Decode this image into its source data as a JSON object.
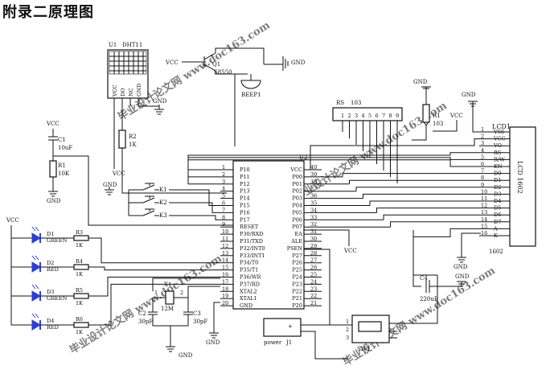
{
  "title": "附录二原理图",
  "watermark": "毕业设计论文网 www.doc163.com",
  "net_labels": {
    "vcc": "VCC",
    "gnd": "GND"
  },
  "dht11": {
    "ref": "U1",
    "name": "DHT11",
    "pins": [
      "VCC",
      "DO",
      "NC",
      "GND"
    ]
  },
  "buzzer": {
    "transistor": "S8550",
    "ref": "BEEP1",
    "transistor_ref": "Q1"
  },
  "rpack": {
    "ref": "RS",
    "value": "103",
    "pins": [
      "1",
      "2",
      "3",
      "4",
      "5",
      "6",
      "7",
      "8",
      "9"
    ]
  },
  "pot": {
    "ref": "R1",
    "value": "103"
  },
  "reset": {
    "cap_ref": "C1",
    "cap_value": "10uF",
    "res_ref": "R1",
    "res_value": "10K"
  },
  "r2": {
    "ref": "R2",
    "value": "1K"
  },
  "mcu": {
    "ref": "U2",
    "left_pins": [
      {
        "num": "1",
        "name": "P10"
      },
      {
        "num": "2",
        "name": "P11"
      },
      {
        "num": "3",
        "name": "P12"
      },
      {
        "num": "4",
        "name": "P13"
      },
      {
        "num": "5",
        "name": "P14"
      },
      {
        "num": "6",
        "name": "P15"
      },
      {
        "num": "7",
        "name": "P16"
      },
      {
        "num": "8",
        "name": "P17"
      },
      {
        "num": "9",
        "name": "RESET"
      },
      {
        "num": "10",
        "name": "P30/RXD"
      },
      {
        "num": "11",
        "name": "P31/TXD"
      },
      {
        "num": "12",
        "name": "P32/INT0"
      },
      {
        "num": "13",
        "name": "P33/INT1"
      },
      {
        "num": "14",
        "name": "P34/T0"
      },
      {
        "num": "15",
        "name": "P35/T1"
      },
      {
        "num": "16",
        "name": "P36/WR"
      },
      {
        "num": "17",
        "name": "P37/RD"
      },
      {
        "num": "18",
        "name": "XTAL2"
      },
      {
        "num": "19",
        "name": "XTAL1"
      },
      {
        "num": "20",
        "name": "GND"
      }
    ],
    "right_pins": [
      {
        "num": "40",
        "name": "VCC"
      },
      {
        "num": "39",
        "name": "P00"
      },
      {
        "num": "38",
        "name": "P01"
      },
      {
        "num": "37",
        "name": "P02"
      },
      {
        "num": "36",
        "name": "P03"
      },
      {
        "num": "35",
        "name": "P04"
      },
      {
        "num": "34",
        "name": "P05"
      },
      {
        "num": "33",
        "name": "P06"
      },
      {
        "num": "32",
        "name": "P07"
      },
      {
        "num": "31",
        "name": "EA"
      },
      {
        "num": "30",
        "name": "ALE"
      },
      {
        "num": "29",
        "name": "PSEN"
      },
      {
        "num": "28",
        "name": "P27"
      },
      {
        "num": "27",
        "name": "P26"
      },
      {
        "num": "26",
        "name": "P25"
      },
      {
        "num": "25",
        "name": "P24"
      },
      {
        "num": "24",
        "name": "P23"
      },
      {
        "num": "23",
        "name": "P22"
      },
      {
        "num": "22",
        "name": "P21"
      },
      {
        "num": "21",
        "name": "P20"
      }
    ]
  },
  "lcd": {
    "ref": "LCD1",
    "label": "LCD 1602",
    "part": "1602",
    "pins": [
      {
        "num": "1",
        "name": "VSS"
      },
      {
        "num": "2",
        "name": "VCC"
      },
      {
        "num": "3",
        "name": "VO"
      },
      {
        "num": "4",
        "name": "RS"
      },
      {
        "num": "5",
        "name": "R/W"
      },
      {
        "num": "6",
        "name": "EN"
      },
      {
        "num": "7",
        "name": "D0"
      },
      {
        "num": "8",
        "name": "D1"
      },
      {
        "num": "9",
        "name": "D2"
      },
      {
        "num": "10",
        "name": "D3"
      },
      {
        "num": "11",
        "name": "D4"
      },
      {
        "num": "12",
        "name": "D5"
      },
      {
        "num": "13",
        "name": "D6"
      },
      {
        "num": "14",
        "name": "D7"
      },
      {
        "num": "15",
        "name": "A"
      },
      {
        "num": "16",
        "name": "K"
      }
    ]
  },
  "keys": [
    "K1",
    "K2",
    "K3"
  ],
  "leds": [
    {
      "ref": "D1",
      "color": "GREEN",
      "res": "R3",
      "res_value": "1K"
    },
    {
      "ref": "D2",
      "color": "RED",
      "res": "R4",
      "res_value": "1K"
    },
    {
      "ref": "D3",
      "color": "GREEN",
      "res": "R5",
      "res_value": "1K"
    },
    {
      "ref": "D4",
      "color": "RED",
      "res": "R6",
      "res_value": "1K"
    }
  ],
  "crystal": {
    "ref": "X1",
    "value": "12M",
    "c2": "C2",
    "c3": "C3",
    "c_value": "30pF",
    "pin1": "1",
    "pin2": "2"
  },
  "c4": {
    "ref": "C4",
    "value": "220uF"
  },
  "power": {
    "ref": "J1",
    "label": "power",
    "symbol": "+"
  },
  "switch": {
    "ref": "SW1",
    "pins": [
      "1",
      "2",
      "3"
    ]
  },
  "colors": {
    "ink": "#111111",
    "led": "#2a3fd6",
    "watermark": "#e06060"
  }
}
